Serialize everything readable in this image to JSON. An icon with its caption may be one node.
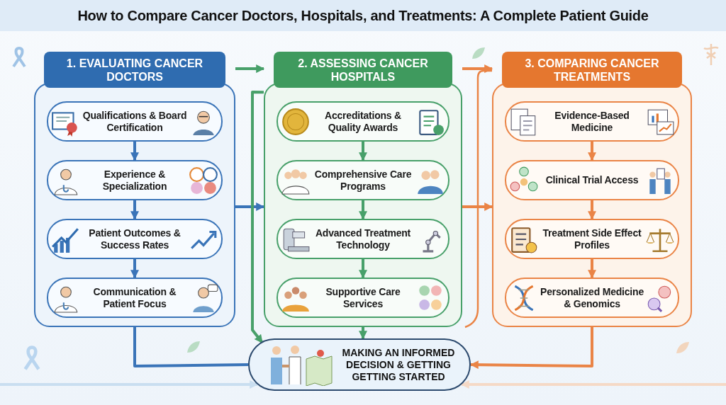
{
  "diagram": {
    "title": "How to Compare Cancer Doctors, Hospitals, and Treatments: A Complete Patient Guide",
    "nodes": [
      {
        "text": [
          "1. EVALUATING CANCER DOCTORS"
        ]
      },
      {
        "text": [
          "Qualifications & Board Certification"
        ],
        "in": 0
      },
      {
        "text": [
          "Experience & Specialization"
        ],
        "in": 0
      },
      {
        "text": [
          "Patient Outcomes & Success Rates"
        ],
        "in": 0
      },
      {
        "text": [
          "Communication & Patient Focus"
        ],
        "in": 0
      },
      {
        "text": [
          "2. ASSESSING CANCER HOSPITALS"
        ]
      },
      {
        "text": [
          "Accreditations & Quality Awards"
        ],
        "in": 5
      },
      {
        "text": [
          "Comprehensive Care Programs"
        ],
        "in": 5
      },
      {
        "text": [
          "Advanced Treatment Technology"
        ],
        "in": 5
      },
      {
        "text": [
          "Supportive Care Services"
        ],
        "in": 5
      },
      {
        "text": [
          "3. COMPARING CANCER TREATMENTS"
        ]
      },
      {
        "text": [
          "Evidence-Based Medicine"
        ],
        "in": 10
      },
      {
        "text": [
          "Clinical Trial Access"
        ],
        "in": 10
      },
      {
        "text": [
          "Treatment Side Effect Profiles"
        ],
        "in": 10
      },
      {
        "text": [
          "Personalized Medicine & Genomics"
        ],
        "in": 10
      },
      {
        "text": [
          "MAKING AN INFORMED DECISION & GETTING GETTING STARTED"
        ]
      }
    ],
    "edges": [
      {
        "from": 1,
        "to": 2,
        "arrow": "to",
        "color": "#3a74b8"
      },
      {
        "from": 2,
        "to": 3,
        "arrow": "to",
        "color": "#3a74b8"
      },
      {
        "from": 3,
        "to": 4,
        "arrow": "to",
        "color": "#3a74b8"
      },
      {
        "from": 6,
        "to": 7,
        "arrow": "to",
        "color": "#48a06a"
      },
      {
        "from": 7,
        "to": 8,
        "arrow": "to",
        "color": "#48a06a"
      },
      {
        "from": 8,
        "to": 9,
        "arrow": "to",
        "color": "#48a06a"
      },
      {
        "from": 11,
        "to": 12,
        "arrow": "to",
        "color": "#ea8446"
      },
      {
        "from": 12,
        "to": 13,
        "arrow": "to",
        "color": "#ea8446"
      },
      {
        "from": 13,
        "to": 14,
        "arrow": "to",
        "color": "#ea8446"
      },
      {
        "from": 0,
        "to": 5,
        "arrow": "to",
        "color": "#48a06a"
      },
      {
        "from": 0,
        "to": 5,
        "arrow": "to",
        "color": "#3a74b8"
      },
      {
        "from": 5,
        "to": 10,
        "arrow": "to",
        "color": "#ea8446"
      },
      {
        "from": 5,
        "to": 10,
        "arrow": "to",
        "color": "#ea8446"
      },
      {
        "from": 0,
        "to": 15,
        "arrow": "none",
        "color": "#3a74b8"
      },
      {
        "from": 5,
        "to": 15,
        "arrow": "to",
        "color": "#48a06a"
      },
      {
        "from": 10,
        "to": 15,
        "arrow": "to",
        "color": "#ea8446"
      },
      {
        "from": 5,
        "to": 15,
        "arrow": "to",
        "color": "#48a06a"
      },
      {
        "from": null,
        "to": 15,
        "arrow": "to",
        "color": "#c9def0"
      },
      {
        "from": null,
        "to": 15,
        "arrow": "to",
        "color": "#f5d9c6"
      }
    ]
  }
}
